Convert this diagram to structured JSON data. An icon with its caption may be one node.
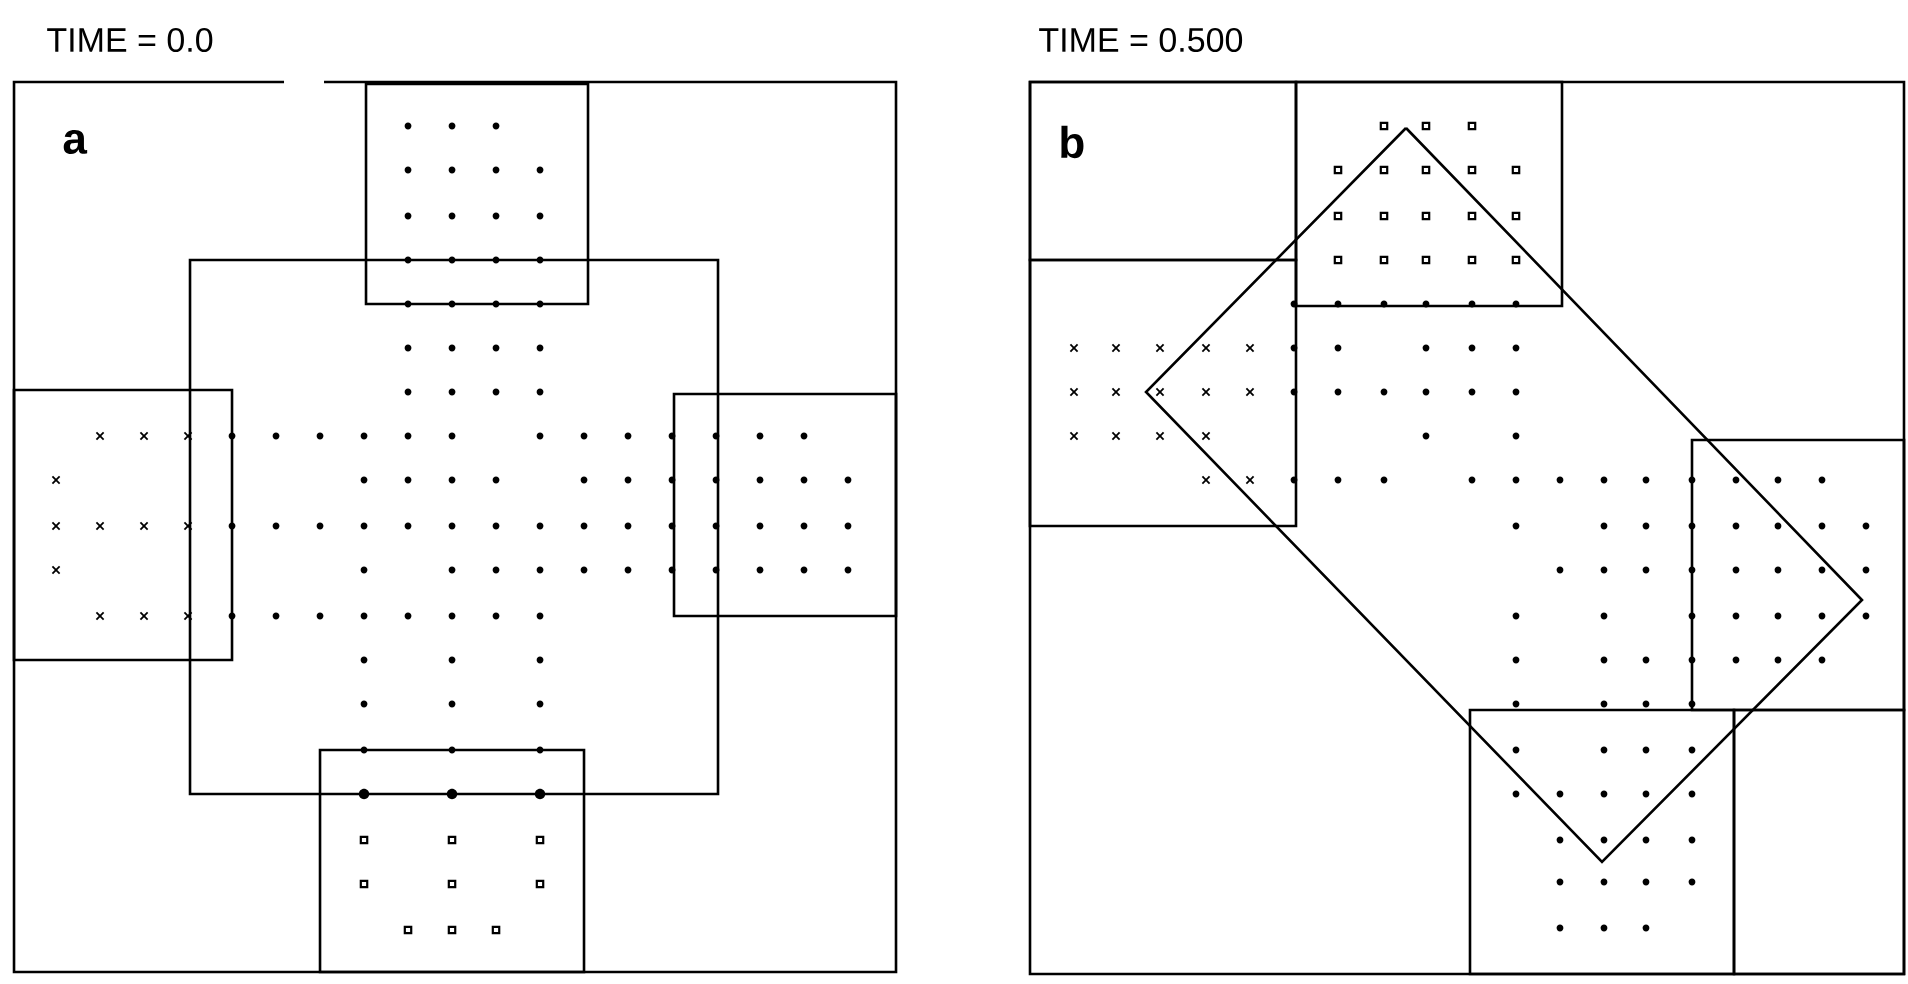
{
  "diagram": {
    "labels": [
      "TIME = 0.0",
      "a",
      "TIME = 0.500",
      "b"
    ]
  }
}
